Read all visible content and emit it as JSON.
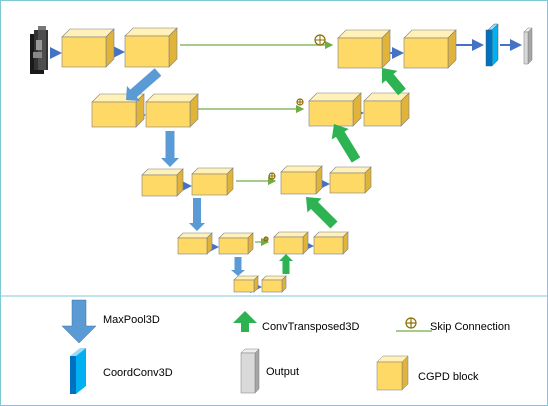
{
  "legend": {
    "maxpool_label": "MaxPool3D",
    "convtrans_label": "ConvTransposed3D",
    "skip_label": "Skip Connection",
    "coordconv_label": "CoordConv3D",
    "output_label": "Output",
    "cgpd_label": "CGPD block",
    "skip_symbol": "⊕"
  },
  "colors": {
    "border": "#7fc8d8",
    "block_front": "#ffd966",
    "block_top": "#fff1b8",
    "block_side": "#e0b43a",
    "block_stroke": "#7f7f7f",
    "pool_arrow": "#5b9bd5",
    "up_arrow": "#2db351",
    "skip_line": "#70ad47",
    "small_arrow": "#4472c4",
    "coord_front": "#0070c0",
    "coord_side": "#00b0f0",
    "output_front": "#d9d9d9",
    "output_side": "#a6a6a6"
  },
  "icons": [
    "input-volume-icon",
    "maxpool-arrow-icon",
    "convtransposed-arrow-icon",
    "skip-connection-icon",
    "coordconv-icon",
    "output-icon",
    "cgpd-block-icon"
  ]
}
